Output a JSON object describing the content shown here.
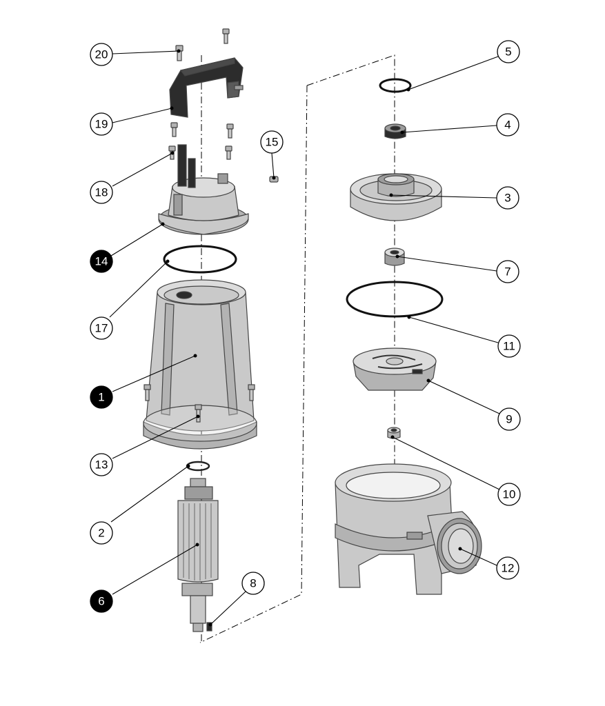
{
  "labels": [
    {
      "id": "20",
      "style": "white"
    },
    {
      "id": "19",
      "style": "white"
    },
    {
      "id": "18",
      "style": "white"
    },
    {
      "id": "14",
      "style": "black"
    },
    {
      "id": "17",
      "style": "white"
    },
    {
      "id": "1",
      "style": "black"
    },
    {
      "id": "13",
      "style": "white"
    },
    {
      "id": "2",
      "style": "white"
    },
    {
      "id": "6",
      "style": "black"
    },
    {
      "id": "8",
      "style": "white"
    },
    {
      "id": "15",
      "style": "white"
    },
    {
      "id": "5",
      "style": "white"
    },
    {
      "id": "4",
      "style": "white"
    },
    {
      "id": "3",
      "style": "white"
    },
    {
      "id": "7",
      "style": "white"
    },
    {
      "id": "11",
      "style": "white"
    },
    {
      "id": "9",
      "style": "white"
    },
    {
      "id": "10",
      "style": "white"
    },
    {
      "id": "12",
      "style": "white"
    }
  ],
  "colors": {
    "line": "#000000",
    "part_light": "#dcdcdc",
    "part_mid": "#c9c9c9",
    "part_dark": "#9c9c9c",
    "callout_fill_black": "#000000",
    "callout_fill_white": "#ffffff"
  }
}
